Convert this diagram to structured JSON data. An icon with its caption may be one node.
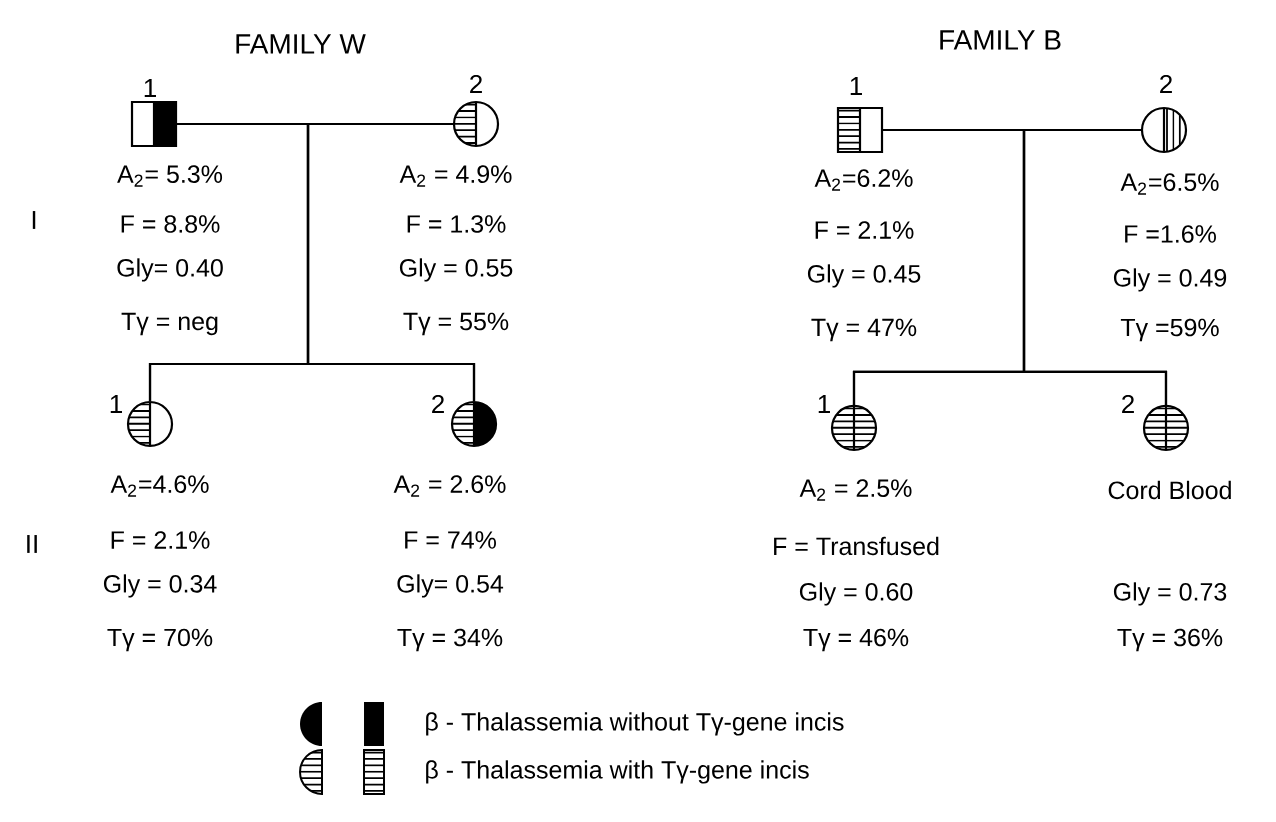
{
  "diagram": {
    "nodes": [
      {
        "text": [
          "1"
        ],
        "beside": [
          "A$_{2}$= 5.3%",
          "F = 8.8%",
          "Gly= 0.40",
          "Tγ = neg"
        ]
      },
      {
        "text": [
          "2"
        ],
        "beside": [
          "A$_{2}$ = 4.9%",
          "F = 1.3%",
          "Gly = 0.55",
          "Tγ = 55%"
        ]
      },
      {
        "text": [
          "1"
        ],
        "beside": [
          "A$_{2}$=4.6%",
          "F = 2.1%",
          "Gly = 0.34",
          "Tγ = 70%"
        ]
      },
      {
        "text": [
          "2"
        ],
        "beside": [
          "A$_{2}$ = 2.6%",
          "F = 74%",
          "Gly= 0.54",
          "Tγ = 34%"
        ]
      },
      {
        "text": [
          "1"
        ],
        "beside": [
          "A$_{2}$=6.2%",
          "F = 2.1%",
          "Gly = 0.45",
          "Tγ = 47%"
        ]
      },
      {
        "text": [
          "2"
        ],
        "beside": [
          "A$_{2}$=6.5%",
          "F =1.6%",
          "Gly = 0.49",
          "Tγ =59%"
        ]
      },
      {
        "text": [
          "1"
        ],
        "beside": [
          "A$_{2}$ = 2.5%",
          "F = Transfused",
          "Gly = 0.60",
          "Tγ = 46%"
        ]
      },
      {
        "text": [
          "2"
        ],
        "beside": [
          "Cord Blood",
          "Gly = 0.73",
          "Tγ = 36%"
        ]
      }
    ],
    "edges": [
      {
        "from": 0,
        "to": 1,
        "arrow": "none"
      },
      {
        "from": 0,
        "to": 2,
        "arrow": "none"
      },
      {
        "from": 0,
        "to": 3,
        "arrow": "none"
      },
      {
        "from": 1,
        "to": 2,
        "arrow": "none"
      },
      {
        "from": 1,
        "to": 3,
        "arrow": "none"
      },
      {
        "from": 4,
        "to": 5,
        "arrow": "none"
      },
      {
        "from": 4,
        "to": 6,
        "arrow": "none"
      },
      {
        "from": 4,
        "to": 7,
        "arrow": "none"
      },
      {
        "from": 5,
        "to": 6,
        "arrow": "none"
      },
      {
        "from": 5,
        "to": 7,
        "arrow": "none"
      }
    ],
    "labels": [
      "FAMILY W",
      "FAMILY B",
      "I",
      "II"
    ],
    "legend": [
      {
        "text": "β - Thalassemia without Tγ-gene incis"
      },
      {
        "text": "β - Thalassemia with Tγ-gene incis"
      }
    ]
  }
}
